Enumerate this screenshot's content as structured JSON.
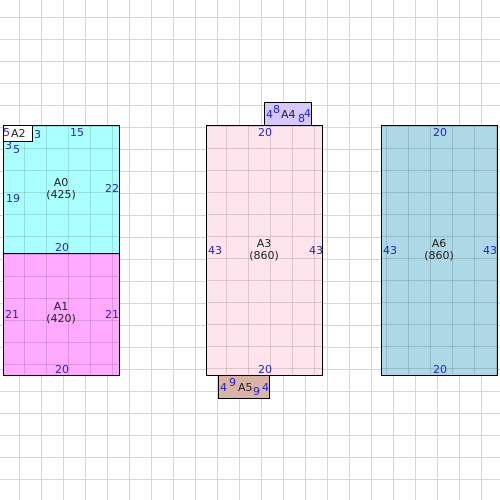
{
  "rooms": {
    "A0": {
      "name": "A0",
      "area": "(425)",
      "top": "15",
      "bottom": "20",
      "left": "19",
      "right": "22",
      "color": "#aaffff"
    },
    "A1": {
      "name": "A1",
      "area": "(420)",
      "bottom": "20",
      "left": "21",
      "right": "21",
      "color": "#ffaaff"
    },
    "A2": {
      "name": "A2",
      "top_left": "5",
      "right": "3",
      "left": "3",
      "bottom": "5",
      "color": "#ffffff"
    },
    "A3": {
      "name": "A3",
      "area": "(860)",
      "top": "20",
      "bottom": "20",
      "left": "43",
      "right": "43",
      "color": "#ffe4ee"
    },
    "A4": {
      "name": "A4",
      "l_top": "8",
      "l_side": "4",
      "r_top": "4",
      "r_side": "8",
      "color": "#d6c8ff"
    },
    "A5": {
      "name": "A5",
      "l_top": "9",
      "l_side": "4",
      "r_top": "4",
      "r_side": "9",
      "color": "#d9b3a6"
    },
    "A6": {
      "name": "A6",
      "area": "(860)",
      "top": "20",
      "bottom": "20",
      "left": "43",
      "right": "43",
      "color": "#add8e6"
    }
  }
}
